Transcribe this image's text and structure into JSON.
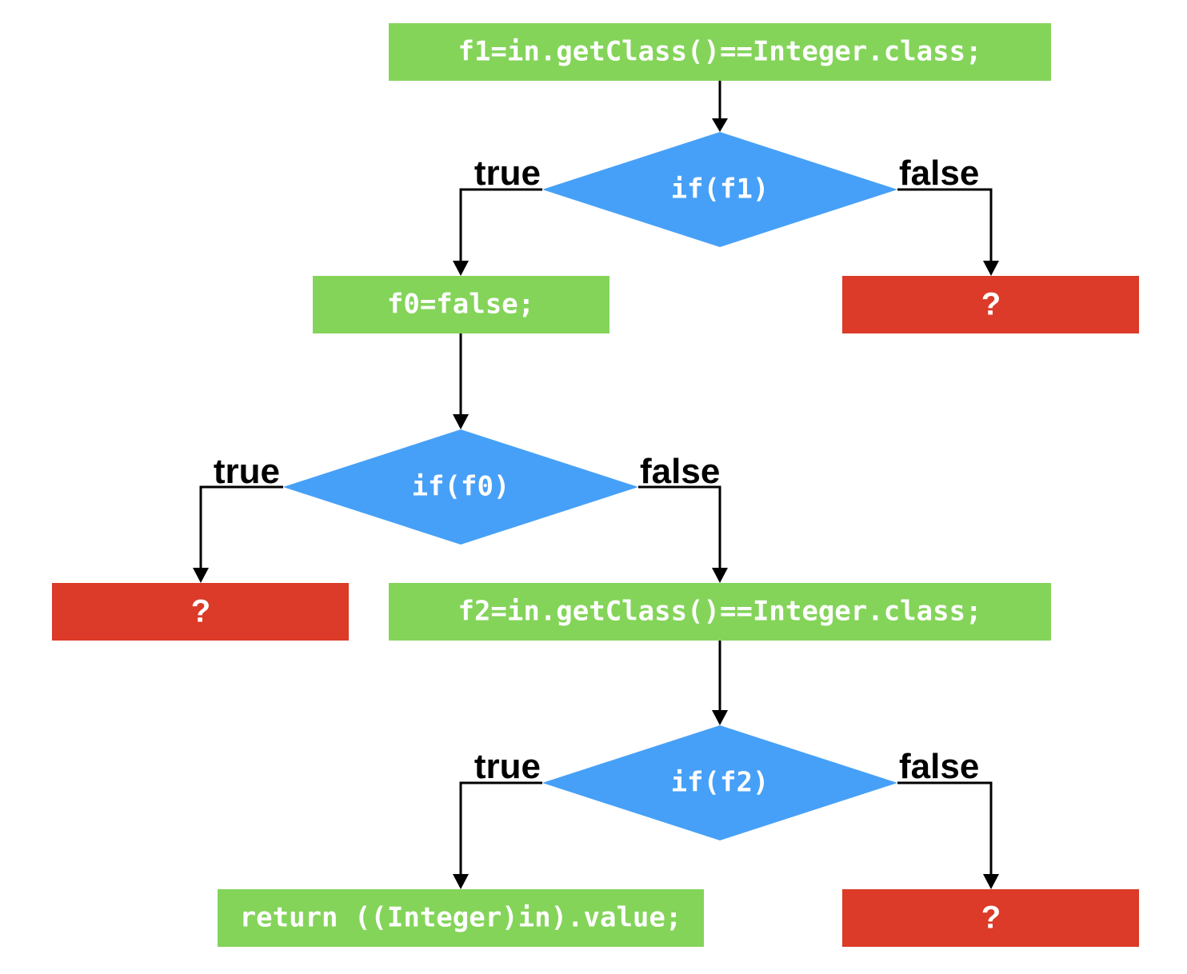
{
  "colors": {
    "statement": "#84d45a",
    "decision": "#47a0f7",
    "unknown": "#db3b28",
    "text": "#ffffff",
    "edge": "#000000",
    "label": "#000000"
  },
  "nodes": {
    "assign_f1": "f1=in.getClass()==Integer.class;",
    "decision_f1": "if(f1)",
    "assign_f0": "f0=false;",
    "unknown_1": "?",
    "decision_f0": "if(f0)",
    "unknown_2": "?",
    "assign_f2": "f2=in.getClass()==Integer.class;",
    "decision_f2": "if(f2)",
    "return_value": "return ((Integer)in).value;",
    "unknown_3": "?"
  },
  "branch_labels": {
    "f1_true": "true",
    "f1_false": "false",
    "f0_true": "true",
    "f0_false": "false",
    "f2_true": "true",
    "f2_false": "false"
  }
}
